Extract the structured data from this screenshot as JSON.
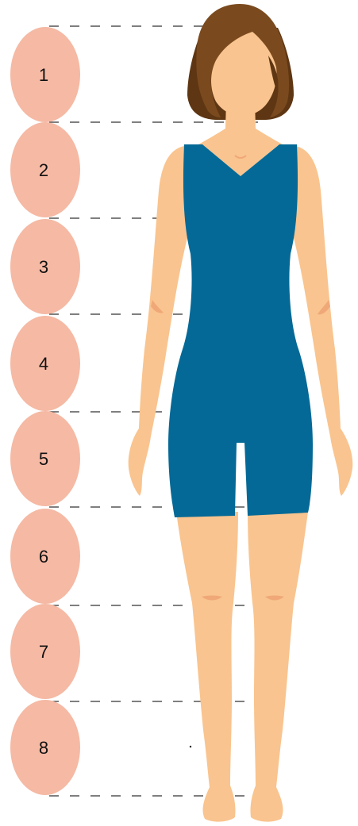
{
  "figure": {
    "head_units": [
      {
        "label": "1"
      },
      {
        "label": "2"
      },
      {
        "label": "3"
      },
      {
        "label": "4"
      },
      {
        "label": "5"
      },
      {
        "label": "6"
      },
      {
        "label": "7"
      },
      {
        "label": "8"
      }
    ]
  },
  "colors": {
    "unit_circle": "#f5b9a4",
    "skin": "#f9c48f",
    "skin_shade": "#f0a878",
    "hair": "#7a4a1e",
    "hair_shade": "#5e3613",
    "bodysuit": "#046996",
    "guide_line": "#333333"
  },
  "icons": [
    "head-unit-marker",
    "female-figure"
  ]
}
